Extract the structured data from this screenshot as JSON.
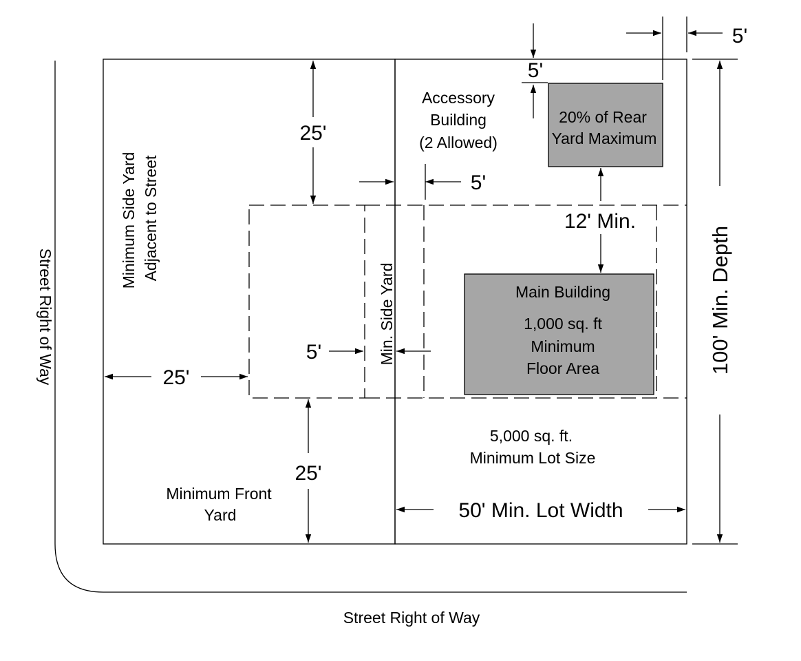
{
  "colors": {
    "building_fill": "#a6a6a6",
    "line": "#000000",
    "background": "#ffffff"
  },
  "labels": {
    "street_bottom": "Street Right of Way",
    "street_left": "Street Right of Way",
    "side_yard_street_line1": "Minimum Side Yard",
    "side_yard_street_line2": "Adjacent to Street",
    "accessory_line1": "Accessory",
    "accessory_line2": "Building",
    "accessory_line3": "(2 Allowed)",
    "rear_yard_line1": "20% of Rear",
    "rear_yard_line2": "Yard Maximum",
    "min_depth": "100' Min. Depth",
    "separation_min": "12' Min.",
    "min_side_yard": "Min. Side Yard",
    "main_building_line1": "Main Building",
    "main_building_line2": "1,000 sq. ft",
    "main_building_line3": "Minimum",
    "main_building_line4": "Floor Area",
    "lot_size_line1": "5,000 sq. ft.",
    "lot_size_line2": "Minimum Lot Size",
    "front_yard_line1": "Minimum Front",
    "front_yard_line2": "Yard",
    "lot_width": "50' Min. Lot Width"
  },
  "dimensions": {
    "rear_setback": "25'",
    "side_street_setback": "25'",
    "front_setback": "25'",
    "interior_side_left": "5'",
    "interior_side_right": "5'",
    "accessory_rear": "5'",
    "accessory_side": "5'"
  }
}
